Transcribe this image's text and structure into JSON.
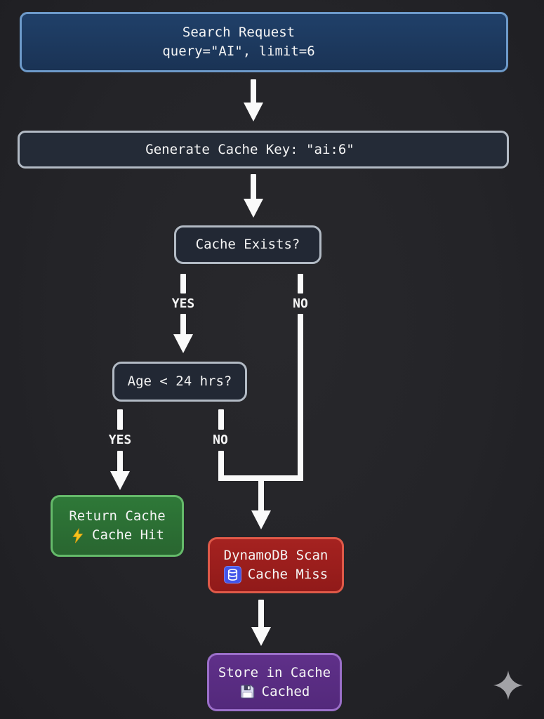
{
  "diagram": {
    "background": "#242428",
    "arrow_color": "#fafafa",
    "text_color": "#f5f5f5"
  },
  "nodes": {
    "search_request": {
      "line1": "Search Request",
      "line2": "query=\"AI\", limit=6",
      "fill": "#1d3a5e",
      "border": "#6d9aca"
    },
    "generate_key": {
      "label": "Generate Cache Key: \"ai:6\"",
      "fill": "#242b37",
      "border": "#b2bac4"
    },
    "cache_exists": {
      "label": "Cache Exists?",
      "fill": "#222834",
      "border": "#b2bac4"
    },
    "age_check": {
      "label": "Age < 24 hrs?",
      "fill": "#222834",
      "border": "#b2bac4"
    },
    "cache_hit": {
      "line1": "Return Cache",
      "line2": "Cache Hit",
      "icon": "lightning-icon",
      "fill": "#2b7034",
      "border": "#65ba6a"
    },
    "cache_miss": {
      "line1": "DynamoDB Scan",
      "line2": "Cache Miss",
      "icon": "dynamodb-icon",
      "fill": "#9e1e1c",
      "border": "#df5948"
    },
    "store_cache": {
      "line1": "Store in Cache",
      "line2": "Cached",
      "icon": "floppy-disk-icon",
      "fill": "#5a2d84",
      "border": "#9b6fc9"
    }
  },
  "branch_labels": {
    "cache_exists_yes": "YES",
    "cache_exists_no": "NO",
    "age_yes": "YES",
    "age_no": "NO"
  },
  "watermark": {
    "icon": "sparkle-icon",
    "color": "#a2a2a6"
  }
}
